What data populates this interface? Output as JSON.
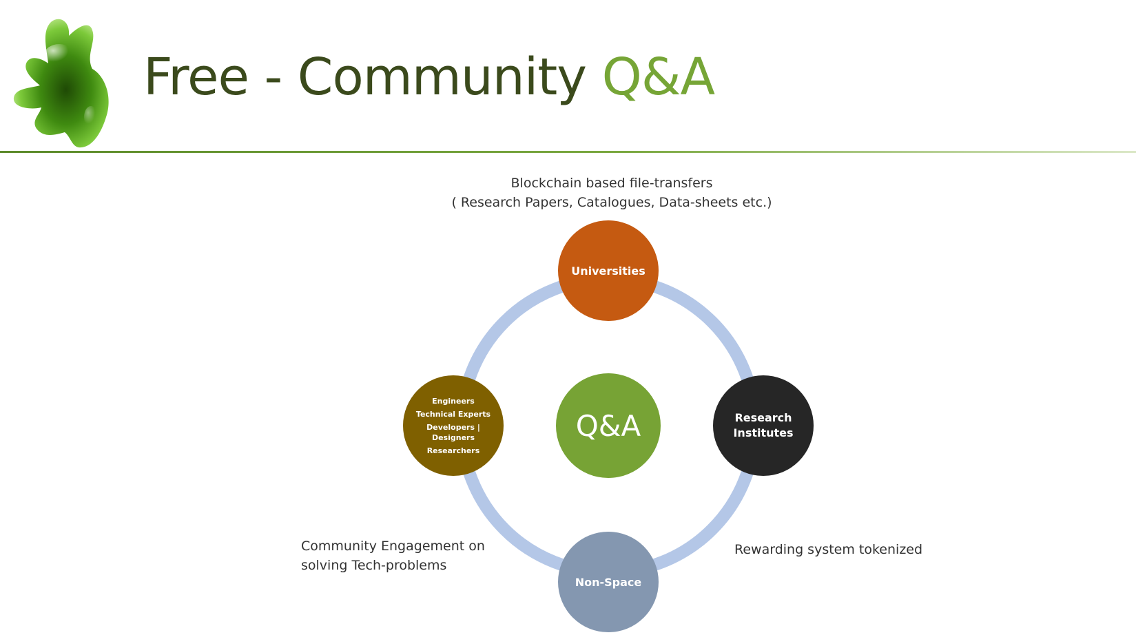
{
  "slide": {
    "title_main": "Free - Community ",
    "title_accent": "Q&A"
  },
  "colors": {
    "title_dark": "#3b4a1c",
    "title_accent": "#76a536",
    "ring": "#b4c7e7",
    "universities": "#c55a11",
    "research": "#262626",
    "non_space": "#8497b0",
    "engineers": "#7f6000",
    "center": "#77a335"
  },
  "notes": {
    "top_line1": "Blockchain based file-transfers",
    "top_line2": "( Research Papers, Catalogues, Data-sheets etc.)",
    "left_line1": "Community Engagement on",
    "left_line2": "solving Tech-problems",
    "right": "Rewarding system tokenized"
  },
  "diagram": {
    "center": "Q&A",
    "universities": "Universities",
    "research_line1": "Research",
    "research_line2": "Institutes",
    "non_space": "Non-Space",
    "engineers": [
      "Engineers",
      "Technical Experts",
      "Developers |",
      "Designers",
      "Researchers"
    ]
  },
  "logo": {
    "icon": "green-blob-logo-icon"
  }
}
